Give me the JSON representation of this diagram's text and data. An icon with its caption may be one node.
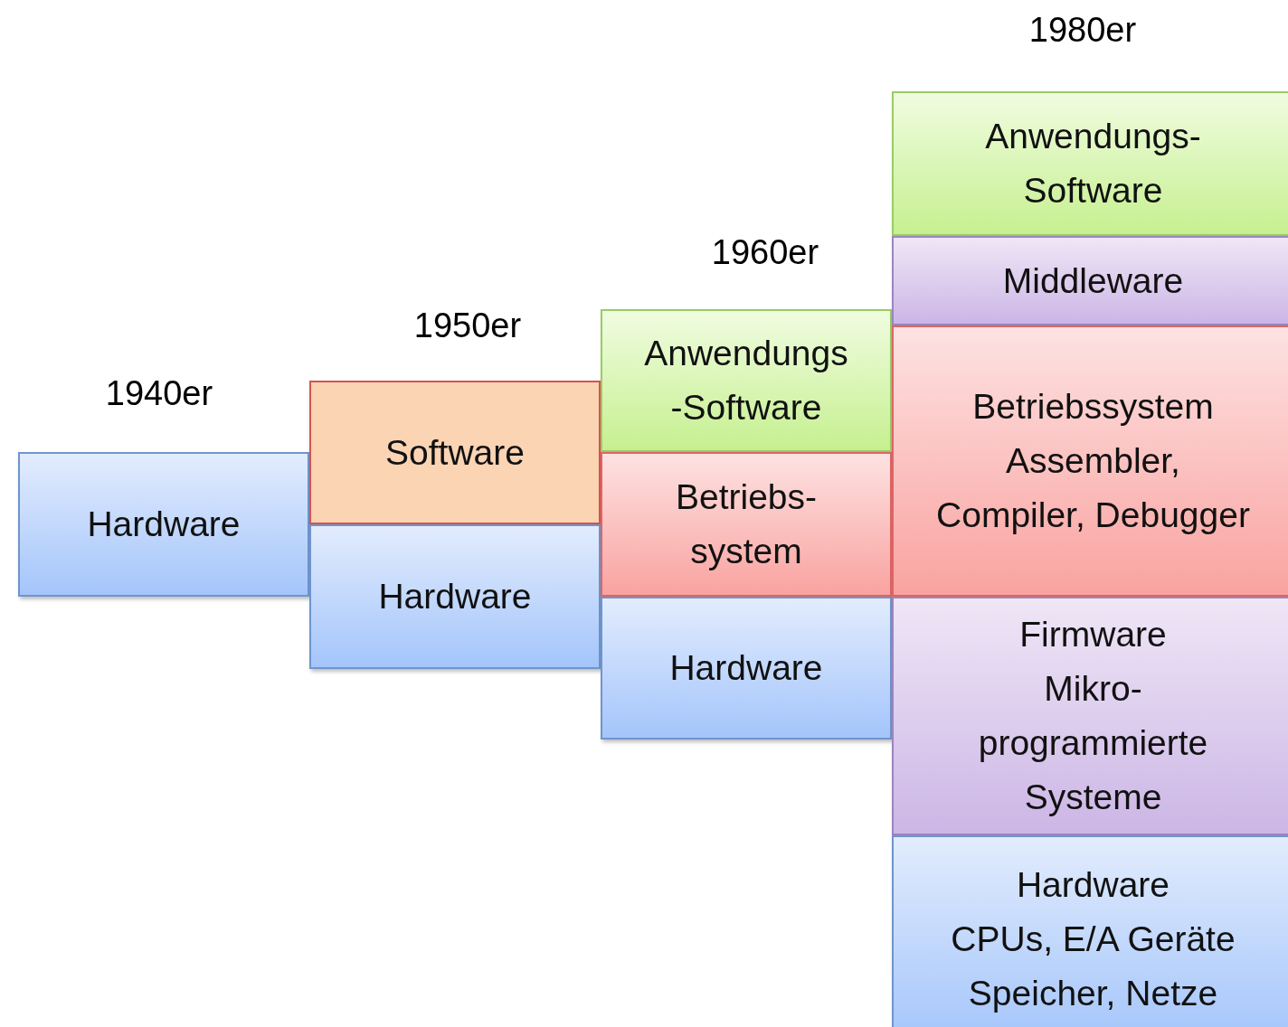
{
  "diagram": {
    "nodes": [
      {
        "text": [
          "Hardware"
        ]
      },
      {
        "text": [
          "Software"
        ]
      },
      {
        "text": [
          "Hardware"
        ]
      },
      {
        "text": [
          "Anwendungs -Software"
        ]
      },
      {
        "text": [
          "Betriebs- system"
        ]
      },
      {
        "text": [
          "Hardware"
        ]
      },
      {
        "text": [
          "Anwendungs- Software"
        ]
      },
      {
        "text": [
          "Middleware"
        ]
      },
      {
        "text": [
          "Betriebssystem",
          "Assembler, Compiler, Debugger"
        ]
      },
      {
        "text": [
          "Firmware",
          "Mikro- programmierte Systeme"
        ]
      },
      {
        "text": [
          "Hardware",
          "CPUs, E/A Geräte Speicher, Netze"
        ]
      }
    ],
    "labels": [
      "1980er",
      "1960er",
      "1950er",
      "1940er"
    ]
  }
}
